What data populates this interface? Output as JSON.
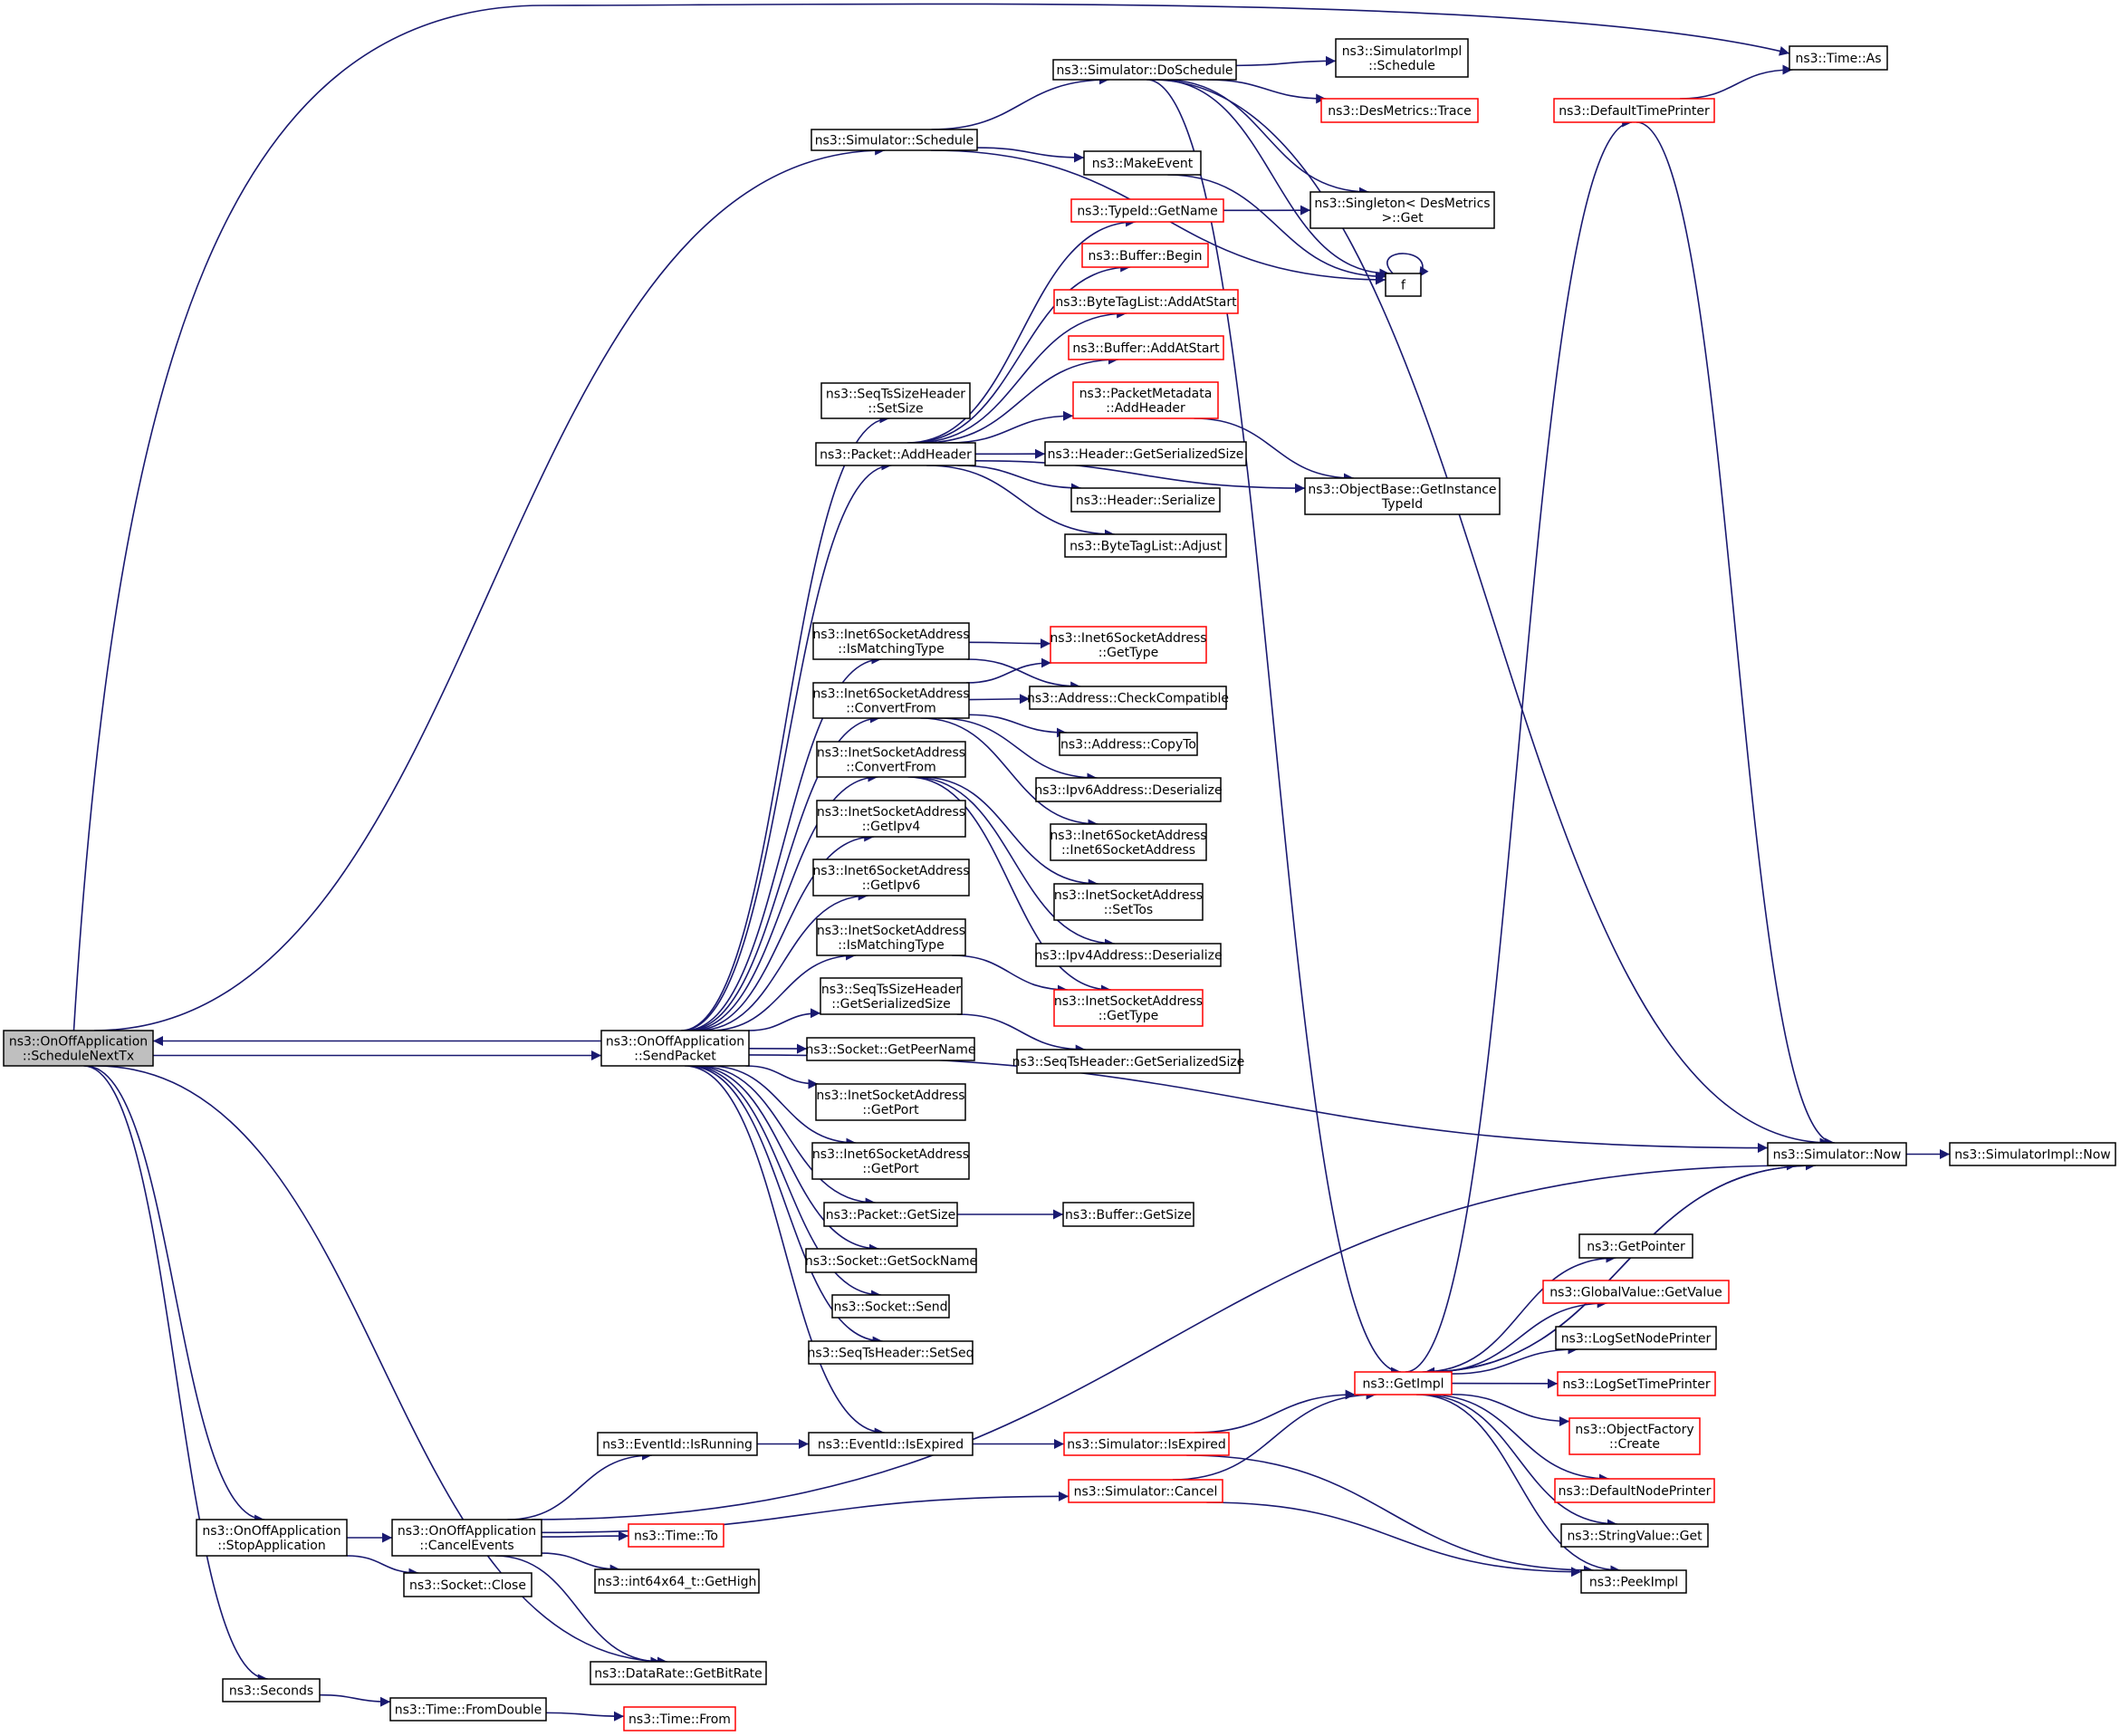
{
  "title": "ns3::OnOffApplication::ScheduleNextTx call graph",
  "colors": {
    "edge": "#191970",
    "normal_border": "#000000",
    "incomplete_border": "#ff0000",
    "root_fill": "#bfbfbf"
  },
  "nodes": [
    {
      "id": "schedNextTx",
      "lines": [
        "ns3::OnOffApplication",
        "::ScheduleNextTx"
      ],
      "style": "root"
    },
    {
      "id": "sendPacket",
      "lines": [
        "ns3::OnOffApplication",
        "::SendPacket"
      ],
      "style": "normal"
    },
    {
      "id": "simSchedule",
      "lines": [
        "ns3::Simulator::Schedule"
      ],
      "style": "normal"
    },
    {
      "id": "doSchedule",
      "lines": [
        "ns3::Simulator::DoSchedule"
      ],
      "style": "normal"
    },
    {
      "id": "implSchedule",
      "lines": [
        "ns3::SimulatorImpl",
        "::Schedule"
      ],
      "style": "normal"
    },
    {
      "id": "desTrace",
      "lines": [
        "ns3::DesMetrics::Trace"
      ],
      "style": "red"
    },
    {
      "id": "makeEvent",
      "lines": [
        "ns3::MakeEvent"
      ],
      "style": "normal"
    },
    {
      "id": "singleton",
      "lines": [
        "ns3::Singleton< DesMetrics",
        ">::Get"
      ],
      "style": "normal"
    },
    {
      "id": "f",
      "lines": [
        "f"
      ],
      "style": "normal"
    },
    {
      "id": "typeIdGetName",
      "lines": [
        "ns3::TypeId::GetName"
      ],
      "style": "red"
    },
    {
      "id": "bufferBegin",
      "lines": [
        "ns3::Buffer::Begin"
      ],
      "style": "red"
    },
    {
      "id": "btlAddAtStart",
      "lines": [
        "ns3::ByteTagList::AddAtStart"
      ],
      "style": "red"
    },
    {
      "id": "bufferAddAtStart",
      "lines": [
        "ns3::Buffer::AddAtStart"
      ],
      "style": "red"
    },
    {
      "id": "pmAddHeader",
      "lines": [
        "ns3::PacketMetadata",
        "::AddHeader"
      ],
      "style": "red"
    },
    {
      "id": "hdrGetSerSize",
      "lines": [
        "ns3::Header::GetSerializedSize"
      ],
      "style": "normal"
    },
    {
      "id": "hdrSerialize",
      "lines": [
        "ns3::Header::Serialize"
      ],
      "style": "normal"
    },
    {
      "id": "btlAdjust",
      "lines": [
        "ns3::ByteTagList::Adjust"
      ],
      "style": "normal"
    },
    {
      "id": "objGetInstTypeId",
      "lines": [
        "ns3::ObjectBase::GetInstance",
        "TypeId"
      ],
      "style": "normal"
    },
    {
      "id": "seqTsSizeSetSize",
      "lines": [
        "ns3::SeqTsSizeHeader",
        "::SetSize"
      ],
      "style": "normal"
    },
    {
      "id": "pktAddHeader",
      "lines": [
        "ns3::Packet::AddHeader"
      ],
      "style": "normal"
    },
    {
      "id": "i6IsMatching",
      "lines": [
        "ns3::Inet6SocketAddress",
        "::IsMatchingType"
      ],
      "style": "normal"
    },
    {
      "id": "i6GetType",
      "lines": [
        "ns3::Inet6SocketAddress",
        "::GetType"
      ],
      "style": "red"
    },
    {
      "id": "addrCheckCompat",
      "lines": [
        "ns3::Address::CheckCompatible"
      ],
      "style": "normal"
    },
    {
      "id": "i6ConvertFrom",
      "lines": [
        "ns3::Inet6SocketAddress",
        "::ConvertFrom"
      ],
      "style": "normal"
    },
    {
      "id": "addrCopyTo",
      "lines": [
        "ns3::Address::CopyTo"
      ],
      "style": "normal"
    },
    {
      "id": "i4ConvertFrom",
      "lines": [
        "ns3::InetSocketAddress",
        "::ConvertFrom"
      ],
      "style": "normal"
    },
    {
      "id": "ipv6Deser",
      "lines": [
        "ns3::Ipv6Address::Deserialize"
      ],
      "style": "normal"
    },
    {
      "id": "i6Ctor",
      "lines": [
        "ns3::Inet6SocketAddress",
        "::Inet6SocketAddress"
      ],
      "style": "normal"
    },
    {
      "id": "i4GetIpv4",
      "lines": [
        "ns3::InetSocketAddress",
        "::GetIpv4"
      ],
      "style": "normal"
    },
    {
      "id": "i6GetIpv6",
      "lines": [
        "ns3::Inet6SocketAddress",
        "::GetIpv6"
      ],
      "style": "normal"
    },
    {
      "id": "i4SetTos",
      "lines": [
        "ns3::InetSocketAddress",
        "::SetTos"
      ],
      "style": "normal"
    },
    {
      "id": "i4IsMatching",
      "lines": [
        "ns3::InetSocketAddress",
        "::IsMatchingType"
      ],
      "style": "normal"
    },
    {
      "id": "ipv4Deser",
      "lines": [
        "ns3::Ipv4Address::Deserialize"
      ],
      "style": "normal"
    },
    {
      "id": "seqTsSizeGetSer",
      "lines": [
        "ns3::SeqTsSizeHeader",
        "::GetSerializedSize"
      ],
      "style": "normal"
    },
    {
      "id": "i4GetType",
      "lines": [
        "ns3::InetSocketAddress",
        "::GetType"
      ],
      "style": "red"
    },
    {
      "id": "sockGetPeerName",
      "lines": [
        "ns3::Socket::GetPeerName"
      ],
      "style": "normal"
    },
    {
      "id": "seqTsGetSer",
      "lines": [
        "ns3::SeqTsHeader::GetSerializedSize"
      ],
      "style": "normal"
    },
    {
      "id": "i4GetPort",
      "lines": [
        "ns3::InetSocketAddress",
        "::GetPort"
      ],
      "style": "normal"
    },
    {
      "id": "i6GetPort",
      "lines": [
        "ns3::Inet6SocketAddress",
        "::GetPort"
      ],
      "style": "normal"
    },
    {
      "id": "pktGetSize",
      "lines": [
        "ns3::Packet::GetSize"
      ],
      "style": "normal"
    },
    {
      "id": "bufGetSize",
      "lines": [
        "ns3::Buffer::GetSize"
      ],
      "style": "normal"
    },
    {
      "id": "sockGetSockName",
      "lines": [
        "ns3::Socket::GetSockName"
      ],
      "style": "normal"
    },
    {
      "id": "sockSend",
      "lines": [
        "ns3::Socket::Send"
      ],
      "style": "normal"
    },
    {
      "id": "seqTsSetSeq",
      "lines": [
        "ns3::SeqTsHeader::SetSeq"
      ],
      "style": "normal"
    },
    {
      "id": "evIsRunning",
      "lines": [
        "ns3::EventId::IsRunning"
      ],
      "style": "normal"
    },
    {
      "id": "evIsExpired",
      "lines": [
        "ns3::EventId::IsExpired"
      ],
      "style": "normal"
    },
    {
      "id": "simIsExpired",
      "lines": [
        "ns3::Simulator::IsExpired"
      ],
      "style": "red"
    },
    {
      "id": "simCancel",
      "lines": [
        "ns3::Simulator::Cancel"
      ],
      "style": "red"
    },
    {
      "id": "stopApp",
      "lines": [
        "ns3::OnOffApplication",
        "::StopApplication"
      ],
      "style": "normal"
    },
    {
      "id": "cancelEvents",
      "lines": [
        "ns3::OnOffApplication",
        "::CancelEvents"
      ],
      "style": "normal"
    },
    {
      "id": "sockClose",
      "lines": [
        "ns3::Socket::Close"
      ],
      "style": "normal"
    },
    {
      "id": "timeTo",
      "lines": [
        "ns3::Time::To"
      ],
      "style": "red"
    },
    {
      "id": "getHigh",
      "lines": [
        "ns3::int64x64_t::GetHigh"
      ],
      "style": "normal"
    },
    {
      "id": "getBitRate",
      "lines": [
        "ns3::DataRate::GetBitRate"
      ],
      "style": "normal"
    },
    {
      "id": "seconds",
      "lines": [
        "ns3::Seconds"
      ],
      "style": "normal"
    },
    {
      "id": "fromDouble",
      "lines": [
        "ns3::Time::FromDouble"
      ],
      "style": "normal"
    },
    {
      "id": "timeFrom",
      "lines": [
        "ns3::Time::From"
      ],
      "style": "red"
    },
    {
      "id": "getImpl",
      "lines": [
        "ns3::GetImpl"
      ],
      "style": "red"
    },
    {
      "id": "simNow",
      "lines": [
        "ns3::Simulator::Now"
      ],
      "style": "normal"
    },
    {
      "id": "implNow",
      "lines": [
        "ns3::SimulatorImpl::Now"
      ],
      "style": "normal"
    },
    {
      "id": "defTimePrinter",
      "lines": [
        "ns3::DefaultTimePrinter"
      ],
      "style": "red"
    },
    {
      "id": "timeAs",
      "lines": [
        "ns3::Time::As"
      ],
      "style": "normal"
    },
    {
      "id": "getPointer",
      "lines": [
        "ns3::GetPointer"
      ],
      "style": "normal"
    },
    {
      "id": "gvGetValue",
      "lines": [
        "ns3::GlobalValue::GetValue"
      ],
      "style": "red"
    },
    {
      "id": "logSetNodePrinter",
      "lines": [
        "ns3::LogSetNodePrinter"
      ],
      "style": "normal"
    },
    {
      "id": "logSetTimePrinter",
      "lines": [
        "ns3::LogSetTimePrinter"
      ],
      "style": "red"
    },
    {
      "id": "objFactCreate",
      "lines": [
        "ns3::ObjectFactory",
        "::Create"
      ],
      "style": "red"
    },
    {
      "id": "defNodePrinter",
      "lines": [
        "ns3::DefaultNodePrinter"
      ],
      "style": "red"
    },
    {
      "id": "strValGet",
      "lines": [
        "ns3::StringValue::Get"
      ],
      "style": "normal"
    },
    {
      "id": "peekImpl",
      "lines": [
        "ns3::PeekImpl"
      ],
      "style": "normal"
    }
  ],
  "edges": [
    [
      "schedNextTx",
      "timeAs"
    ],
    [
      "schedNextTx",
      "simSchedule"
    ],
    [
      "schedNextTx",
      "sendPacket"
    ],
    [
      "sendPacket",
      "schedNextTx"
    ],
    [
      "schedNextTx",
      "stopApp"
    ],
    [
      "schedNextTx",
      "getBitRate"
    ],
    [
      "schedNextTx",
      "seconds"
    ],
    [
      "simSchedule",
      "doSchedule"
    ],
    [
      "simSchedule",
      "makeEvent"
    ],
    [
      "simSchedule",
      "f"
    ],
    [
      "doSchedule",
      "implSchedule"
    ],
    [
      "doSchedule",
      "desTrace"
    ],
    [
      "doSchedule",
      "singleton"
    ],
    [
      "doSchedule",
      "f"
    ],
    [
      "doSchedule",
      "getImpl"
    ],
    [
      "doSchedule",
      "simNow"
    ],
    [
      "makeEvent",
      "f"
    ],
    [
      "f",
      "f"
    ],
    [
      "typeIdGetName",
      "singleton"
    ],
    [
      "pmAddHeader",
      "objGetInstTypeId"
    ],
    [
      "pktAddHeader",
      "typeIdGetName"
    ],
    [
      "pktAddHeader",
      "bufferBegin"
    ],
    [
      "pktAddHeader",
      "btlAddAtStart"
    ],
    [
      "pktAddHeader",
      "bufferAddAtStart"
    ],
    [
      "pktAddHeader",
      "pmAddHeader"
    ],
    [
      "pktAddHeader",
      "hdrGetSerSize"
    ],
    [
      "pktAddHeader",
      "hdrSerialize"
    ],
    [
      "pktAddHeader",
      "btlAdjust"
    ],
    [
      "pktAddHeader",
      "objGetInstTypeId"
    ],
    [
      "sendPacket",
      "seqTsSizeSetSize"
    ],
    [
      "sendPacket",
      "pktAddHeader"
    ],
    [
      "sendPacket",
      "i6IsMatching"
    ],
    [
      "sendPacket",
      "i6ConvertFrom"
    ],
    [
      "sendPacket",
      "i4ConvertFrom"
    ],
    [
      "sendPacket",
      "i4GetIpv4"
    ],
    [
      "sendPacket",
      "i6GetIpv6"
    ],
    [
      "sendPacket",
      "i4IsMatching"
    ],
    [
      "sendPacket",
      "seqTsSizeGetSer"
    ],
    [
      "sendPacket",
      "sockGetPeerName"
    ],
    [
      "sendPacket",
      "i4GetPort"
    ],
    [
      "sendPacket",
      "i6GetPort"
    ],
    [
      "sendPacket",
      "pktGetSize"
    ],
    [
      "sendPacket",
      "sockGetSockName"
    ],
    [
      "sendPacket",
      "sockSend"
    ],
    [
      "sendPacket",
      "seqTsSetSeq"
    ],
    [
      "sendPacket",
      "evIsExpired"
    ],
    [
      "sendPacket",
      "simNow"
    ],
    [
      "i6IsMatching",
      "i6GetType"
    ],
    [
      "i6IsMatching",
      "addrCheckCompat"
    ],
    [
      "i6ConvertFrom",
      "i6GetType"
    ],
    [
      "i6ConvertFrom",
      "addrCheckCompat"
    ],
    [
      "i6ConvertFrom",
      "addrCopyTo"
    ],
    [
      "i6ConvertFrom",
      "ipv6Deser"
    ],
    [
      "i6ConvertFrom",
      "i6Ctor"
    ],
    [
      "i4ConvertFrom",
      "i4SetTos"
    ],
    [
      "i4ConvertFrom",
      "ipv4Deser"
    ],
    [
      "i4ConvertFrom",
      "i4GetType"
    ],
    [
      "i4IsMatching",
      "i4GetType"
    ],
    [
      "seqTsSizeGetSer",
      "seqTsGetSer"
    ],
    [
      "pktGetSize",
      "bufGetSize"
    ],
    [
      "evIsRunning",
      "evIsExpired"
    ],
    [
      "evIsExpired",
      "simIsExpired"
    ],
    [
      "simIsExpired",
      "getImpl"
    ],
    [
      "simIsExpired",
      "peekImpl"
    ],
    [
      "simCancel",
      "getImpl"
    ],
    [
      "simCancel",
      "peekImpl"
    ],
    [
      "stopApp",
      "cancelEvents"
    ],
    [
      "stopApp",
      "sockClose"
    ],
    [
      "cancelEvents",
      "evIsRunning"
    ],
    [
      "cancelEvents",
      "simCancel"
    ],
    [
      "cancelEvents",
      "timeTo"
    ],
    [
      "cancelEvents",
      "getHigh"
    ],
    [
      "cancelEvents",
      "getBitRate"
    ],
    [
      "cancelEvents",
      "simNow"
    ],
    [
      "seconds",
      "fromDouble"
    ],
    [
      "fromDouble",
      "timeFrom"
    ],
    [
      "getImpl",
      "defTimePrinter"
    ],
    [
      "getImpl",
      "simNow"
    ],
    [
      "getImpl",
      "getPointer"
    ],
    [
      "getImpl",
      "gvGetValue"
    ],
    [
      "getImpl",
      "logSetNodePrinter"
    ],
    [
      "getImpl",
      "logSetTimePrinter"
    ],
    [
      "getImpl",
      "objFactCreate"
    ],
    [
      "getImpl",
      "defNodePrinter"
    ],
    [
      "getImpl",
      "strValGet"
    ],
    [
      "getImpl",
      "peekImpl"
    ],
    [
      "defTimePrinter",
      "timeAs"
    ],
    [
      "defTimePrinter",
      "simNow"
    ],
    [
      "simNow",
      "getImpl"
    ],
    [
      "simNow",
      "implNow"
    ]
  ]
}
